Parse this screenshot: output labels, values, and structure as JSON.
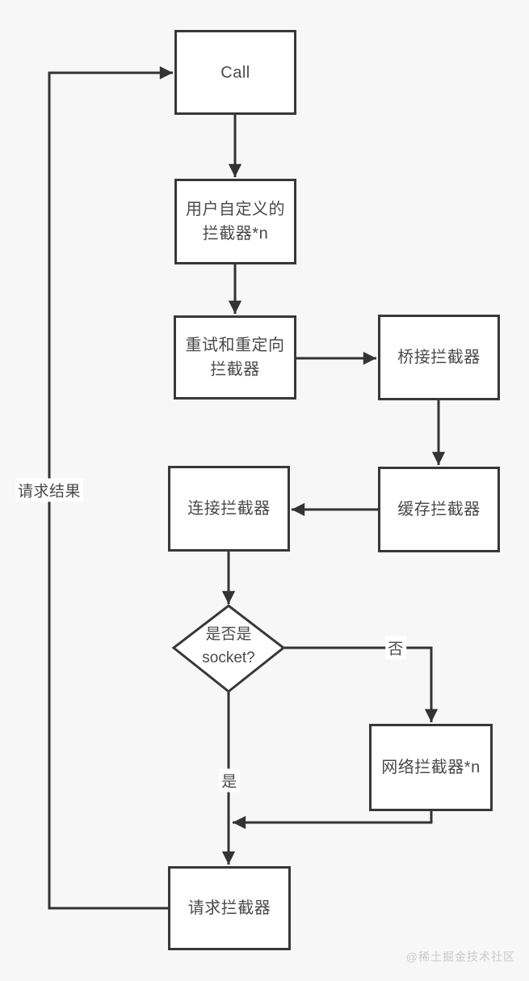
{
  "nodes": {
    "call": {
      "label": "Call"
    },
    "custom": {
      "label": "用户自定义的\n拦截器*n"
    },
    "retry": {
      "label": "重试和重定向\n拦截器"
    },
    "bridge": {
      "label": "桥接拦截器"
    },
    "cache": {
      "label": "缓存拦截器"
    },
    "connect": {
      "label": "连接拦截器"
    },
    "decision": {
      "label": "是否是\nsocket?"
    },
    "network": {
      "label": "网络拦截器*n"
    },
    "request": {
      "label": "请求拦截器"
    }
  },
  "edge_labels": {
    "no": "否",
    "yes": "是",
    "result": "请求结果"
  },
  "watermark": "@稀土掘金技术社区",
  "colors": {
    "background": "#f7f7f7",
    "line": "#333333",
    "node_border": "#383838",
    "node_fill": "#ffffff",
    "text": "#4a4a4a",
    "watermark": "#c9c9c9"
  }
}
